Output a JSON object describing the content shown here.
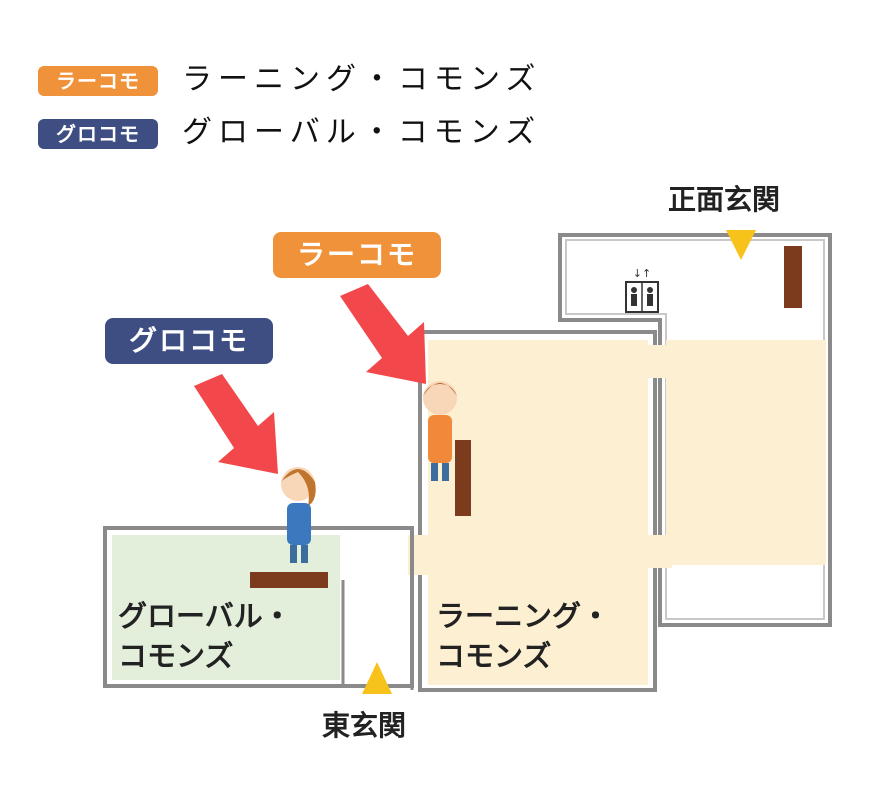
{
  "legend": [
    {
      "badge": "ラーコモ",
      "text": "ラーニング・コモンズ",
      "color": "#f0923a"
    },
    {
      "badge": "グロコモ",
      "text": "グローバル・コモンズ",
      "color": "#3e4e82"
    }
  ],
  "callouts": {
    "learning": "ラーコモ",
    "global": "グロコモ"
  },
  "entrances": {
    "main": "正面玄関",
    "east": "東玄関"
  },
  "zones": {
    "global_line1": "グローバル・",
    "global_line2": "コモンズ",
    "learning_line1": "ラーニング・",
    "learning_line2": "コモンズ"
  },
  "colors": {
    "learning_fill": "#fdf0d2",
    "global_fill": "#e3eedb",
    "arrow": "#f2484b",
    "entrance_marker": "#f7c21a",
    "desk": "#7b3b1c",
    "wall": "#8a8a8a"
  },
  "icons": [
    "elevator-icon",
    "staff-person-icon",
    "entrance-marker-icon"
  ]
}
